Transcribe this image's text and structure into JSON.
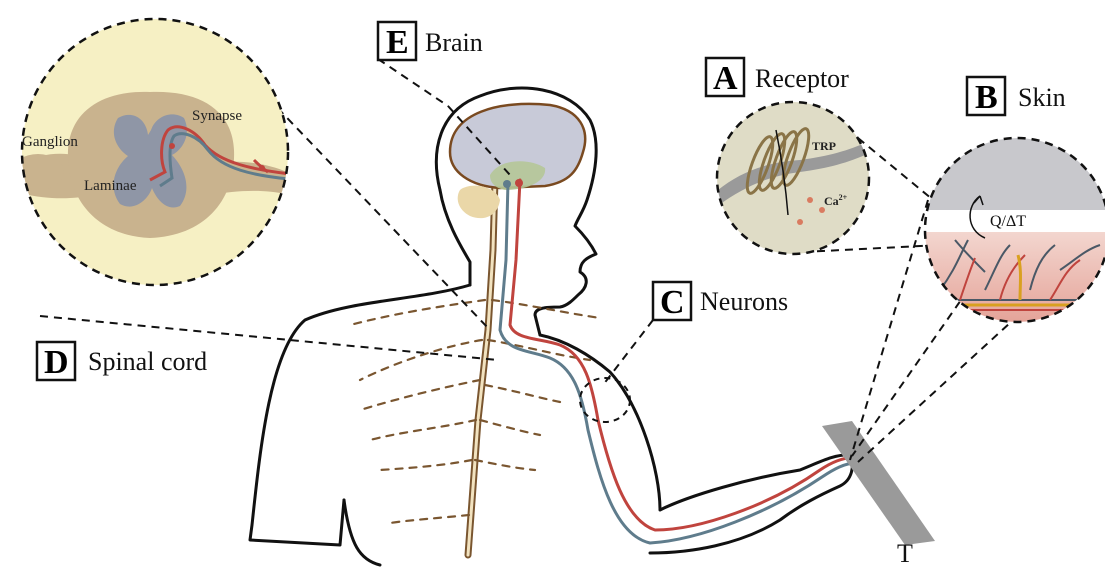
{
  "labels": {
    "A": {
      "letter": "A",
      "text": "Receptor"
    },
    "B": {
      "letter": "B",
      "text": "Skin"
    },
    "C": {
      "letter": "C",
      "text": "Neurons"
    },
    "D": {
      "letter": "D",
      "text": "Spinal cord"
    },
    "E": {
      "letter": "E",
      "text": "Brain"
    }
  },
  "spinal_inset": {
    "ganglion": "Ganglion",
    "laminae": "Laminae",
    "synapse": "Synapse"
  },
  "receptor_inset": {
    "trp": "TRP",
    "calcium": "Ca",
    "calcium_sup": "2+"
  },
  "skin_inset": {
    "heat_flux": "Q/ΔT"
  },
  "probe_label": "T",
  "colors": {
    "red_nerve": "#c0443e",
    "blue_nerve": "#5f7c8c",
    "inset_fill": "#f6f0c4",
    "gray_matter": "#8f96a6",
    "white_matter": "#c9b38e",
    "skin_pink": "#e6b0a6",
    "brain_fill": "#c8cad8",
    "probe_gray": "#9a9a9a",
    "brown_nerve": "#7a5630"
  }
}
